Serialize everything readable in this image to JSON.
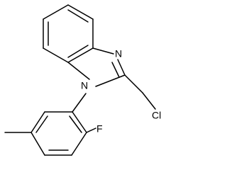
{
  "molecule": {
    "atom_labels": {
      "n_imine": "N",
      "n_ring": "N",
      "chlorine": "Cl",
      "fluorine": "F"
    },
    "colors": {
      "bond": "#000000",
      "label": "#000000",
      "background": "#ffffff"
    }
  }
}
